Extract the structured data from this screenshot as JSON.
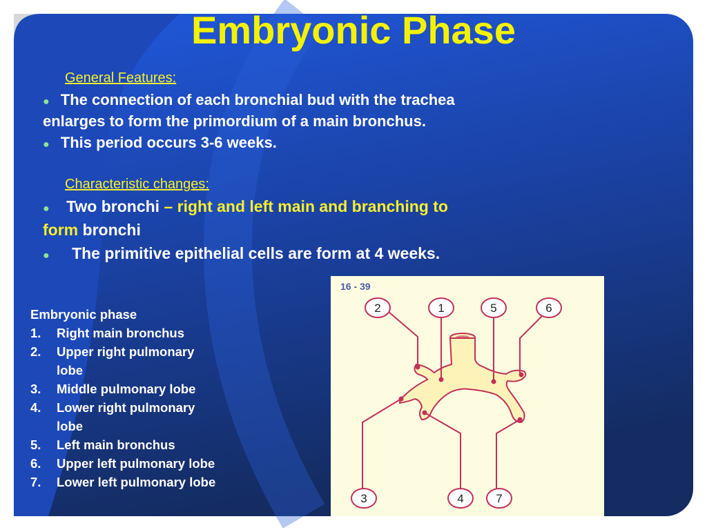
{
  "slide": {
    "title": "Embryonic Phase",
    "general_heading": "General Features:",
    "general_bullets": [
      "The connection of each bronchial bud with the trachea",
      "enlarges to form the primordium of a main bronchus.",
      "This period occurs  3-6 weeks."
    ],
    "characteristic_heading": "Characteristic changes:",
    "bullet_symbol": "●",
    "char_bullet1": {
      "white1": "Two bronchi ",
      "yellow1": "– right and left main and branching to",
      "yellow2": "form",
      "white2": " bronchi"
    },
    "char_bullet2": "The primitive epithelial cells are form at 4 weeks."
  },
  "legend": {
    "heading": "Embryonic phase",
    "items": [
      {
        "num": "1.",
        "lines": [
          "Right main bronchus"
        ]
      },
      {
        "num": "2.",
        "lines": [
          "Upper right pulmonary",
          "lobe"
        ]
      },
      {
        "num": "3.",
        "lines": [
          "Middle pulmonary lobe"
        ]
      },
      {
        "num": "4.",
        "lines": [
          "Lower right pulmonary",
          "lobe"
        ]
      },
      {
        "num": "5.",
        "lines": [
          "Left main bronchus"
        ]
      },
      {
        "num": "6.",
        "lines": [
          "Upper left pulmonary lobe"
        ]
      },
      {
        "num": "7.",
        "lines": [
          "Lower left pulmonary lobe"
        ]
      }
    ]
  },
  "figure": {
    "label": "16 - 39",
    "circle_labels": [
      "2",
      "1",
      "5",
      "6",
      "3",
      "4",
      "7"
    ],
    "colors": {
      "background": "#fdfbe0",
      "line": "#c0305a",
      "organ_fill": "#fdf3b8",
      "label": "#4a5ca8"
    }
  },
  "theme": {
    "slide_top": "#1e52cf",
    "slide_bottom": "#12306b",
    "title_color": "#f5f200"
  }
}
